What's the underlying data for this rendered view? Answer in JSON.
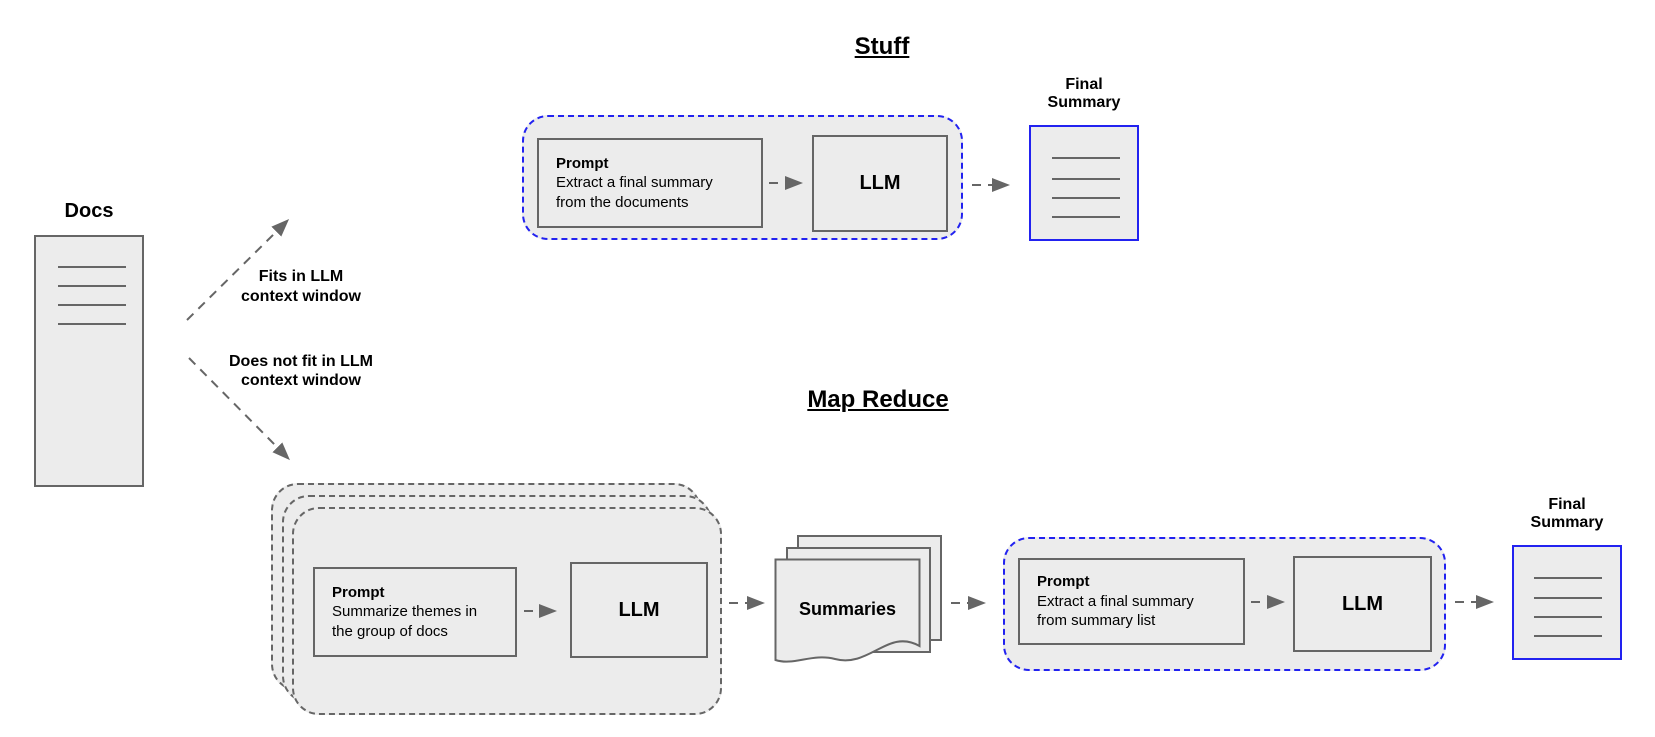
{
  "palette": {
    "fill": "#ececec",
    "stroke": "#666666",
    "blue": "#2222f0",
    "text": "#000000"
  },
  "docs": {
    "label": "Docs"
  },
  "branch": {
    "fits_line1": "Fits in LLM",
    "fits_line2": "context window",
    "nofit_line1": "Does not fit in LLM",
    "nofit_line2": "context window"
  },
  "stuff": {
    "title": "Stuff",
    "prompt_heading": "Prompt",
    "prompt_line1": "Extract a final summary",
    "prompt_line2": "from the documents",
    "llm_label": "LLM",
    "final_line1": "Final",
    "final_line2": "Summary"
  },
  "map_reduce": {
    "title": "Map Reduce",
    "map_prompt_heading": "Prompt",
    "map_prompt_line1": "Summarize themes in",
    "map_prompt_line2": "the group of docs",
    "map_llm_label": "LLM",
    "summaries_label": "Summaries",
    "reduce_prompt_heading": "Prompt",
    "reduce_prompt_line1": "Extract a final summary",
    "reduce_prompt_line2": "from summary list",
    "reduce_llm_label": "LLM",
    "final_line1": "Final",
    "final_line2": "Summary"
  }
}
